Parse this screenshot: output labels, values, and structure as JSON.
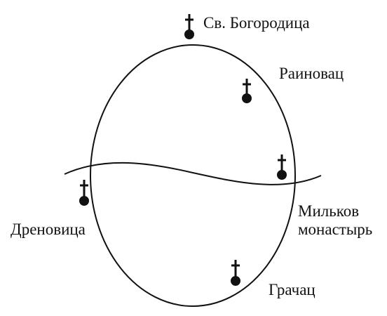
{
  "colors": {
    "ink": "#111111",
    "background": "#ffffff"
  },
  "figure": {
    "shapes": [
      "oval",
      "wavy-line"
    ],
    "marker_icon": "church-cross-icon"
  },
  "sites": [
    {
      "id": "sv-bogoroditsa",
      "label": "Св. Богородица"
    },
    {
      "id": "rainovats",
      "label": "Раиновац"
    },
    {
      "id": "milkov",
      "label_lines": [
        "Мильков",
        "монастырь"
      ]
    },
    {
      "id": "drenovitsa",
      "label": "Дреновица"
    },
    {
      "id": "grachats",
      "label": "Грачац"
    }
  ]
}
